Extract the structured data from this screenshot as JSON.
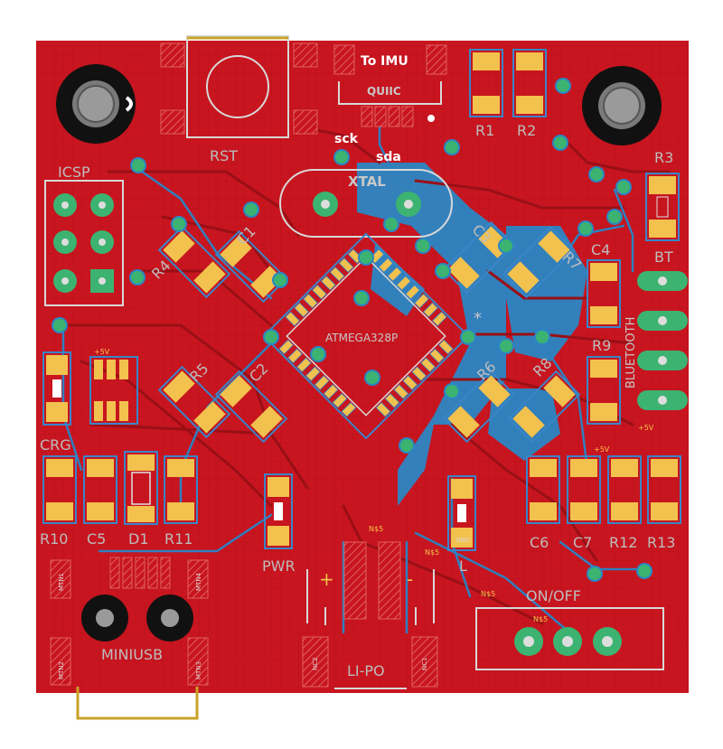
{
  "labels": {
    "icsp": "ICSP",
    "rst": "RST",
    "to_imu": "To IMU",
    "qwiic": "QUIIC",
    "sck": "sck",
    "sda": "sda",
    "xtal": "XTAL",
    "r1": "R1",
    "r2": "R2",
    "r3": "R3",
    "bt": "BT",
    "c1": "C1",
    "c2": "C2",
    "c3": "C3",
    "c4": "C4",
    "r4": "R4",
    "r5": "R5",
    "r6": "R6",
    "r7": "R7",
    "r8": "R8",
    "r9": "R9",
    "mcu": "ATMEGA328P",
    "bluetooth": "BLUETOOTH",
    "crg": "CRG",
    "r10": "R10",
    "c5": "C5",
    "d1": "D1",
    "r11": "R11",
    "pwr": "PWR",
    "l": "L",
    "c6": "C6",
    "c7": "C7",
    "r12": "R12",
    "r13": "R13",
    "onoff": "ON/OFF",
    "miniusb": "MINIUSB",
    "lipo": "LI-PO",
    "plus": "+",
    "minus": "-",
    "ns5_a": "N$5",
    "ns5_b": "N$5",
    "ns5_c": "N$5",
    "ns5_d": "N$5",
    "mtn1": "MTN1",
    "mtn2": "MTN2",
    "mtn3": "MTN3",
    "mtn4": "MTN4",
    "nc1": "NC1",
    "nc2": "NC2",
    "plus5v_a": "+5V",
    "plus5v_b": "+5V",
    "plus5v_c": "+5V",
    "gnd": "GND",
    "star": "*"
  },
  "colors": {
    "board": "#c8151f",
    "trace_red": "#9a0f16",
    "trace_blue": "#2b86c4",
    "pad": "#f2c14e",
    "pth": "#3cb371",
    "silk": "#c8c8c8",
    "outline": "#d8d8d8",
    "gold": "#c9a227"
  }
}
